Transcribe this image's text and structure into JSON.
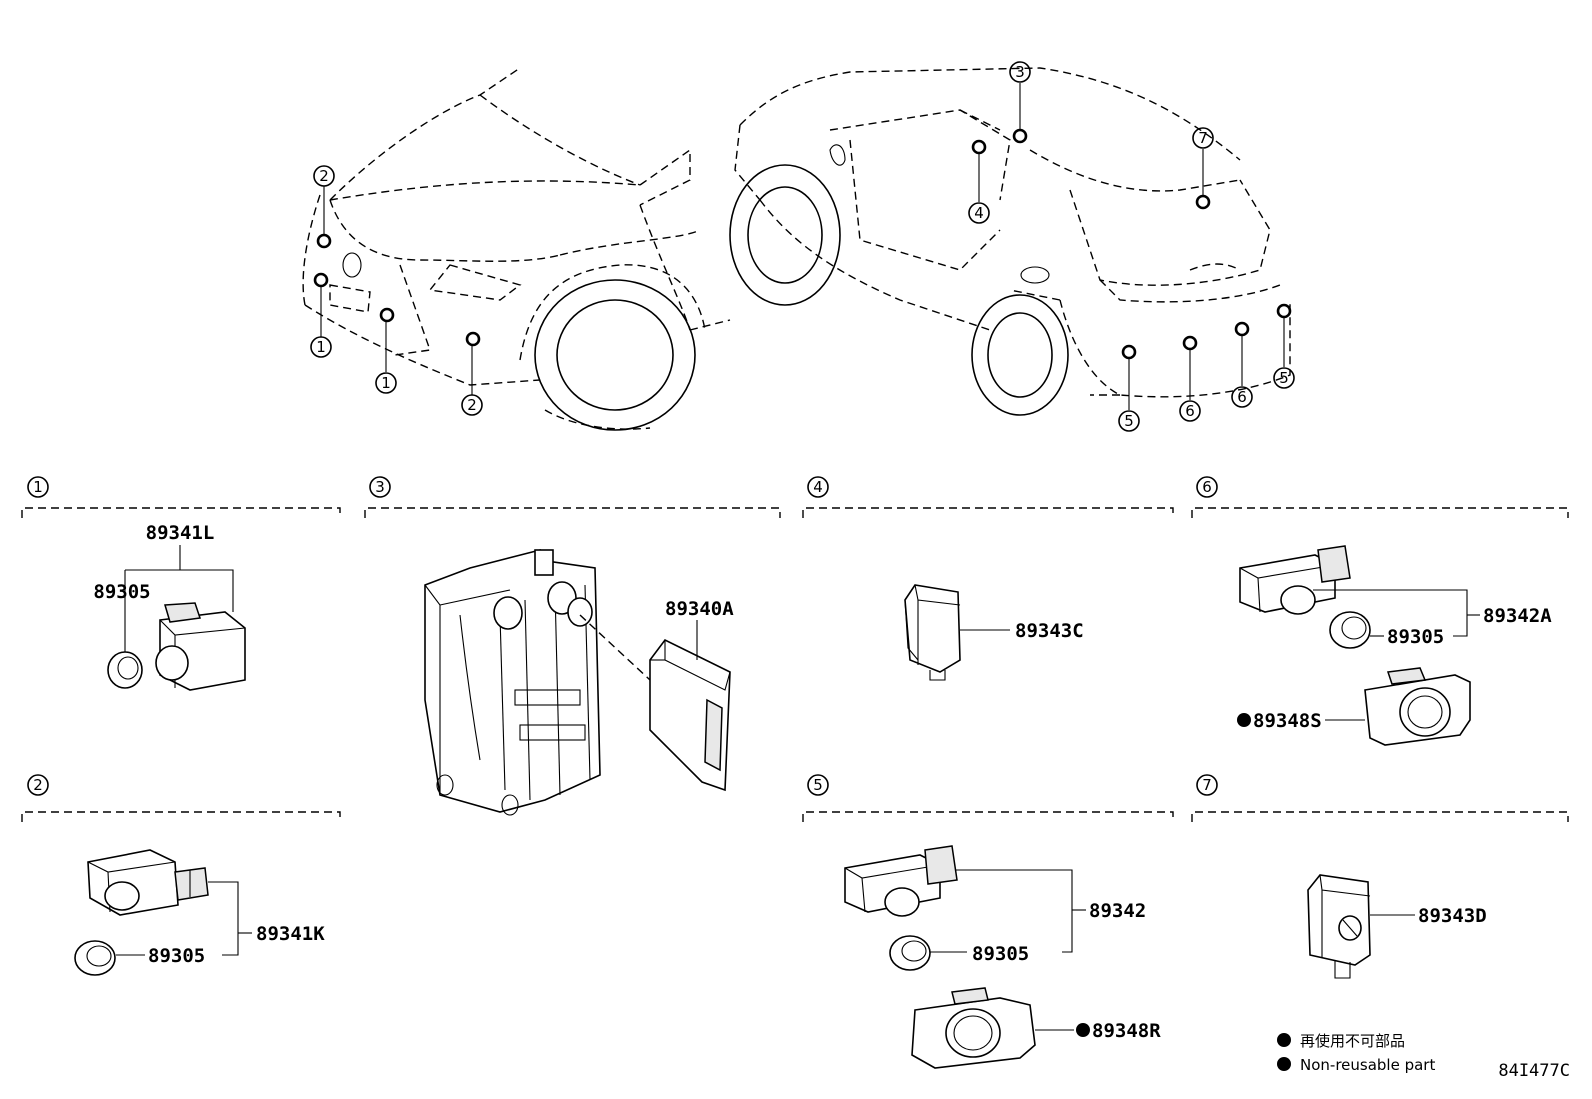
{
  "callouts": [
    "1",
    "2",
    "3",
    "4",
    "5",
    "6",
    "7"
  ],
  "sections": [
    {
      "id": "1",
      "parts": [
        "89341L",
        "89305"
      ]
    },
    {
      "id": "2",
      "parts": [
        "89341K",
        "89305"
      ]
    },
    {
      "id": "3",
      "parts": [
        "89340A"
      ]
    },
    {
      "id": "4",
      "parts": [
        "89343C"
      ]
    },
    {
      "id": "5",
      "parts": [
        "89342",
        "89305",
        "89348R"
      ]
    },
    {
      "id": "6",
      "parts": [
        "89342A",
        "89305",
        "89348S"
      ]
    },
    {
      "id": "7",
      "parts": [
        "89343D"
      ]
    }
  ],
  "legend": {
    "bullet": "●",
    "jp": "再使用不可部品",
    "en": "Non-reusable part"
  },
  "illustration_code": "84I477C",
  "colors": {
    "line": "#000000",
    "background": "#ffffff"
  }
}
